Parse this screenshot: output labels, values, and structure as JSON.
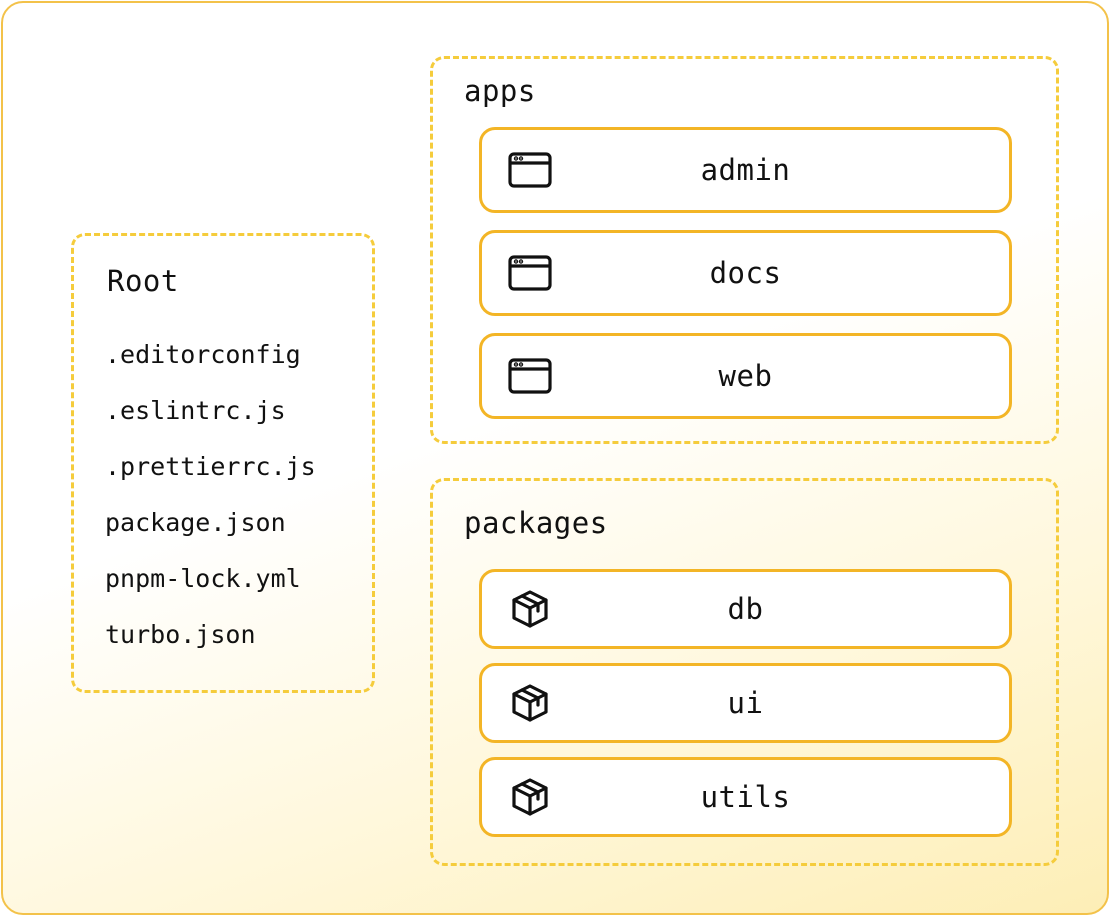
{
  "root": {
    "title": "Root",
    "files": [
      ".editorconfig",
      ".eslintrc.js",
      ".prettierrc.js",
      "package.json",
      "pnpm-lock.yml",
      "turbo.json"
    ]
  },
  "apps": {
    "title": "apps",
    "items": [
      {
        "label": "admin",
        "icon": "browser-window-icon"
      },
      {
        "label": "docs",
        "icon": "browser-window-icon"
      },
      {
        "label": "web",
        "icon": "browser-window-icon"
      }
    ]
  },
  "packages": {
    "title": "packages",
    "items": [
      {
        "label": "db",
        "icon": "package-box-icon"
      },
      {
        "label": "ui",
        "icon": "package-box-icon"
      },
      {
        "label": "utils",
        "icon": "package-box-icon"
      }
    ]
  },
  "colors": {
    "accent_border": "#f3b526",
    "dashed_border": "#f5cc3c",
    "frame_border": "#f3c24a",
    "text": "#111111"
  }
}
